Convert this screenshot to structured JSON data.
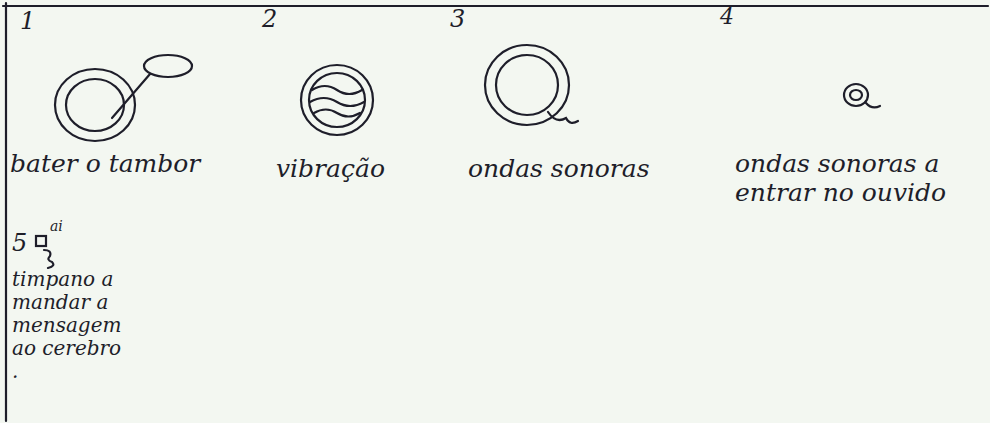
{
  "diagram": {
    "labels": [
      "1",
      "bater o tambor",
      "2",
      "vibração",
      "3",
      "ondas sonoras",
      "4",
      "ondas sonoras a entrar no ouvido",
      "5",
      "ai",
      "timpano a mandar a mensagem ao cerebro ."
    ]
  }
}
